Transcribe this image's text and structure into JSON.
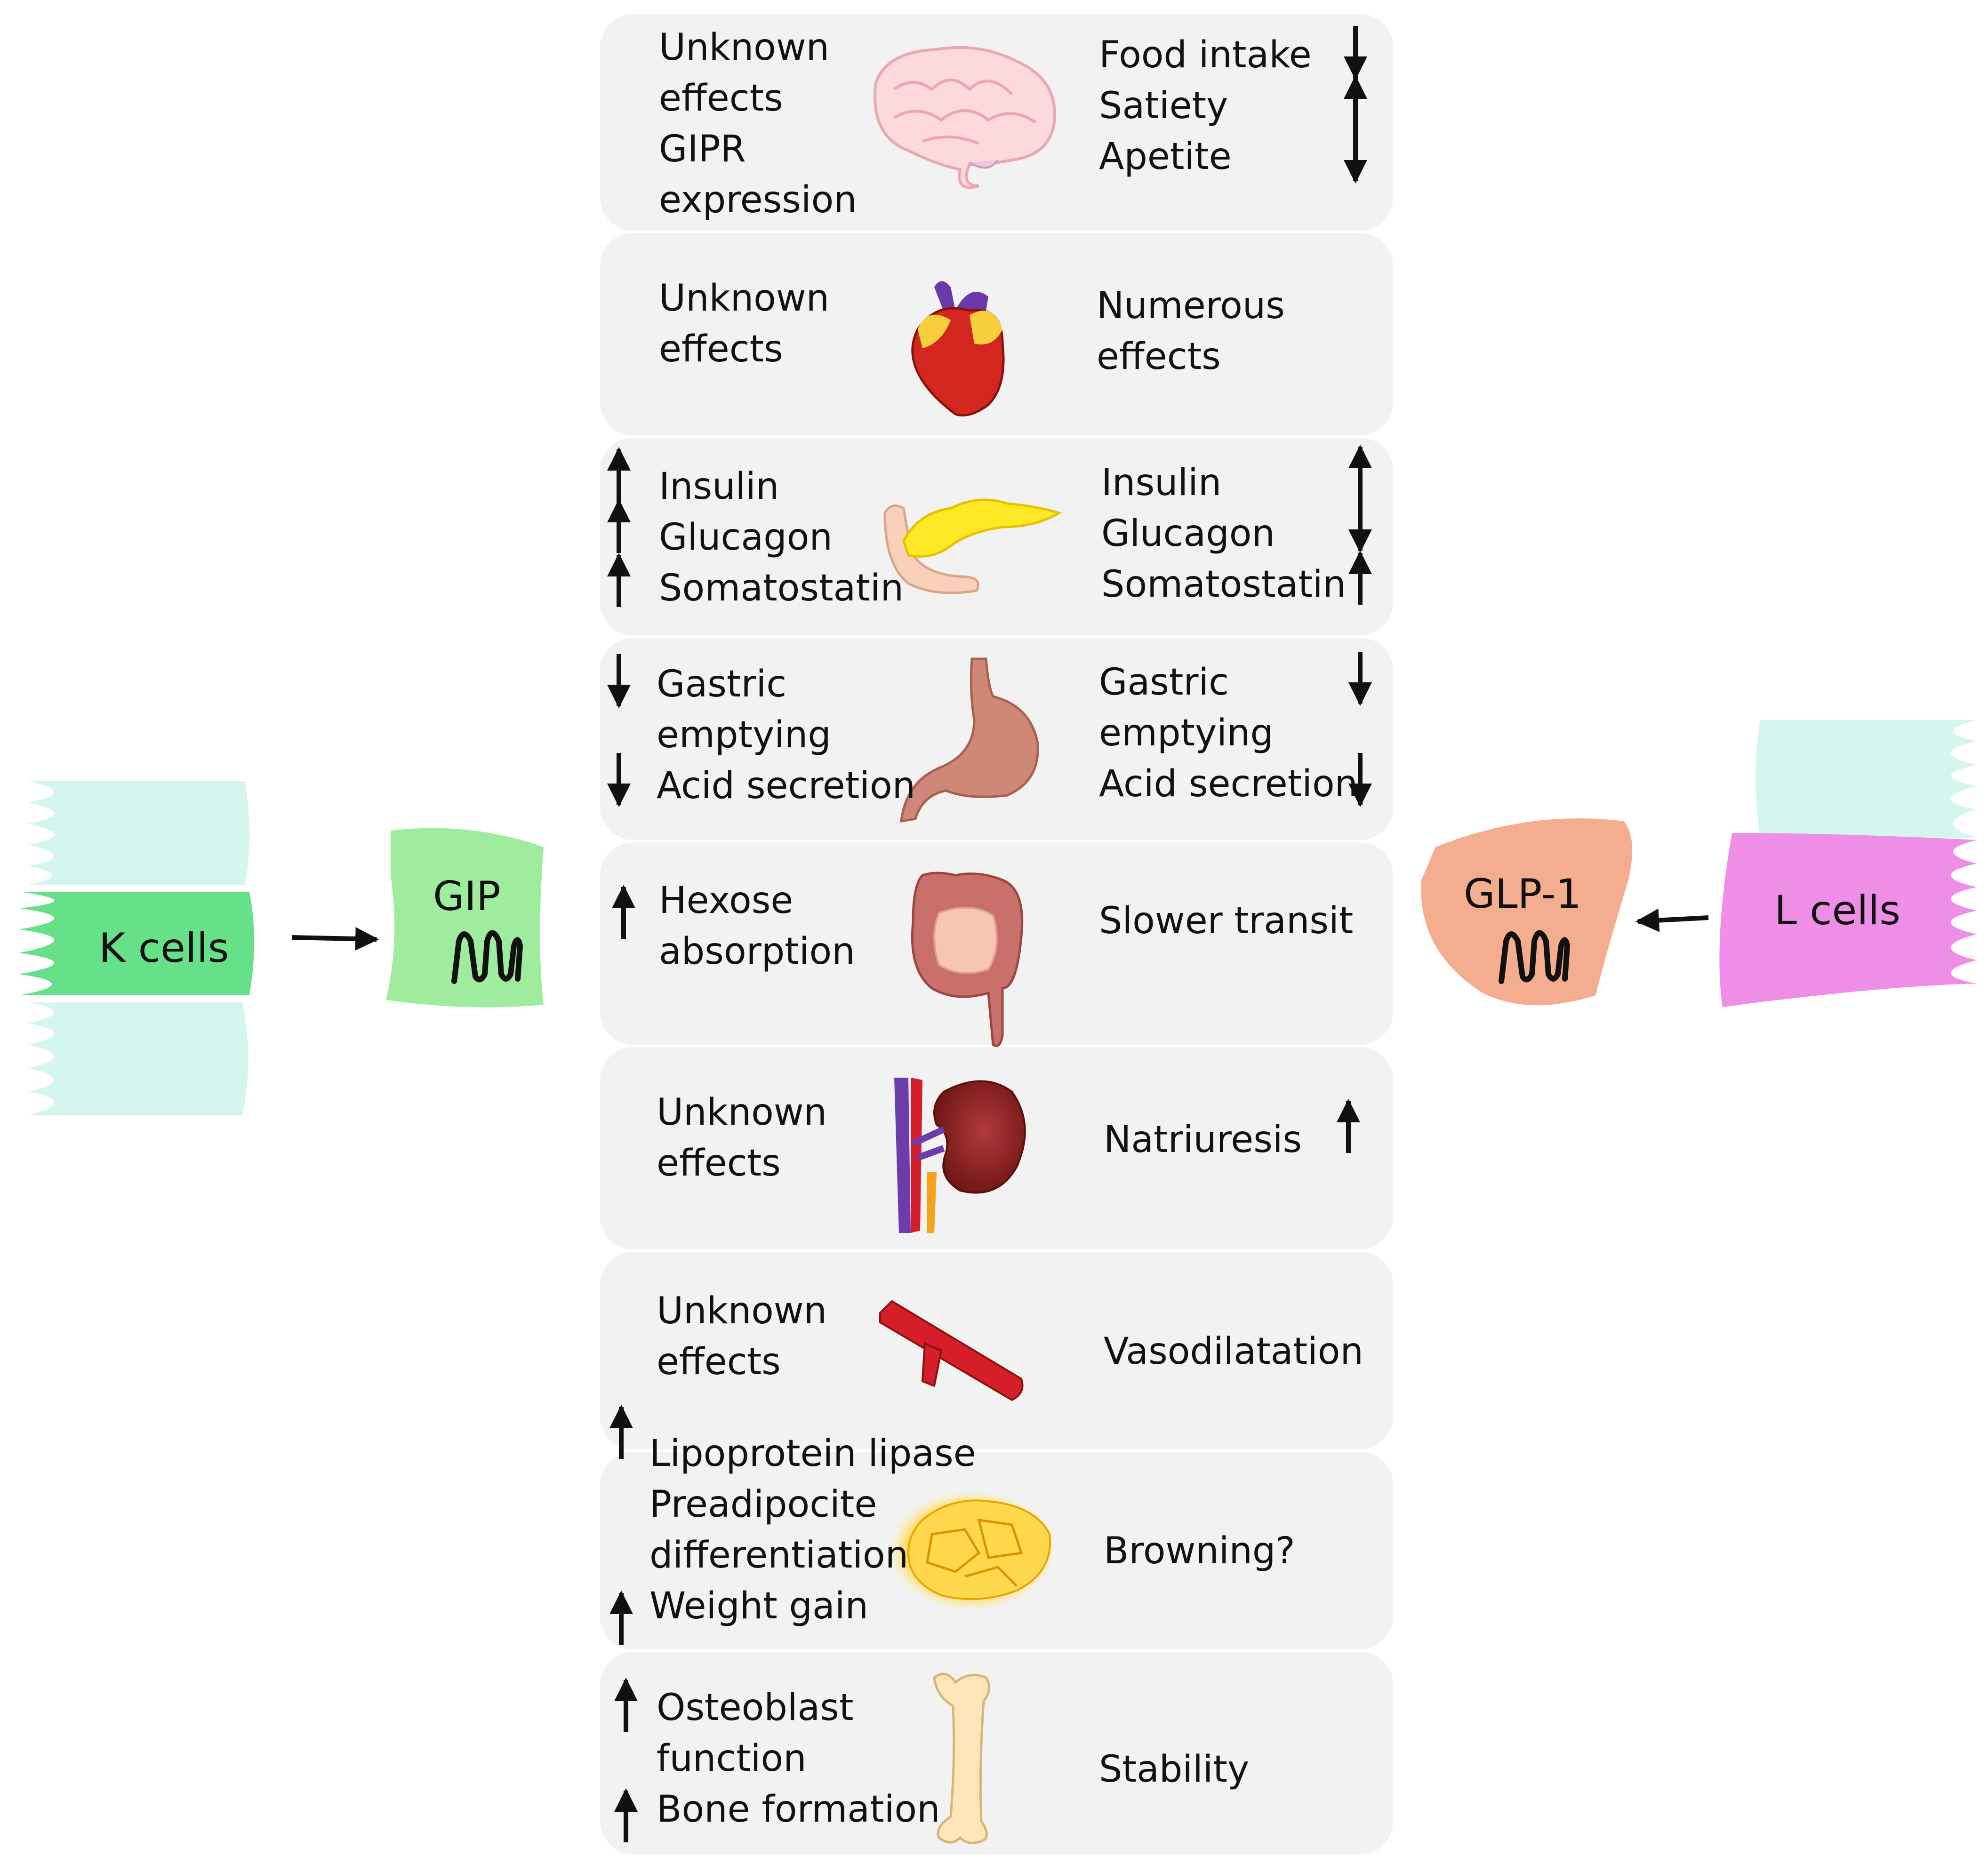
{
  "gip_panel": {
    "cell_label": "K cells",
    "hormone_label": "GIP",
    "cell_color": "#67e08a",
    "neighbor_color": "#d4f6ee",
    "hormone_color": "#9fec9f"
  },
  "glp1_panel": {
    "cell_label": "L cells",
    "hormone_label": "GLP-1",
    "cell_color": "#ee8ee6",
    "neighbor_color": "#d4f6ee",
    "hormone_color": "#f4ad8e"
  },
  "organs": [
    {
      "organ": "brain-icon",
      "gip_lines": [
        "Unknown",
        "effects",
        "GIPR",
        "expression"
      ],
      "glp1_lines": [
        "Food intake",
        "Satiety",
        "Apetite"
      ],
      "gip_arrows": [],
      "glp1_arrows": [
        "down",
        "up",
        "down"
      ]
    },
    {
      "organ": "heart-icon",
      "gip_lines": [
        "Unknown",
        "effects"
      ],
      "glp1_lines": [
        "Numerous",
        "effects"
      ],
      "gip_arrows": [],
      "glp1_arrows": []
    },
    {
      "organ": "pancreas-icon",
      "gip_lines": [
        "Insulin",
        "Glucagon",
        "Somatostatin"
      ],
      "glp1_lines": [
        "Insulin",
        "Glucagon",
        "Somatostatin"
      ],
      "gip_arrows": [
        "up",
        "up",
        "up"
      ],
      "glp1_arrows": [
        "up",
        "down",
        "up"
      ]
    },
    {
      "organ": "stomach-icon",
      "gip_lines": [
        "Gastric",
        "emptying",
        "Acid secretion"
      ],
      "glp1_lines": [
        "Gastric",
        "emptying",
        "Acid secretion"
      ],
      "gip_arrows": [
        "down",
        "down"
      ],
      "glp1_arrows": [
        "down",
        "down"
      ]
    },
    {
      "organ": "intestine-icon",
      "gip_lines": [
        "Hexose",
        "absorption"
      ],
      "glp1_lines": [
        "Slower transit"
      ],
      "gip_arrows": [
        "up"
      ],
      "glp1_arrows": []
    },
    {
      "organ": "kidney-icon",
      "gip_lines": [
        "Unknown",
        "effects"
      ],
      "glp1_lines": [
        "Natriuresis"
      ],
      "gip_arrows": [],
      "glp1_arrows": [
        "up"
      ]
    },
    {
      "organ": "blood-vessel-icon",
      "gip_lines": [
        "Unknown",
        "effects"
      ],
      "glp1_lines": [
        "Vasodilatation"
      ],
      "gip_arrows": [],
      "glp1_arrows": []
    },
    {
      "organ": "adipose-tissue-icon",
      "gip_lines": [
        "Lipoprotein lipase",
        "Preadipocite",
        "differentiation",
        "Weight gain"
      ],
      "glp1_lines": [
        "Browning?"
      ],
      "gip_arrows": [
        "up",
        "up"
      ],
      "glp1_arrows": []
    },
    {
      "organ": "bone-icon",
      "gip_lines": [
        "Osteoblast",
        "function",
        "Bone formation"
      ],
      "glp1_lines": [
        "Stability"
      ],
      "gip_arrows": [
        "up",
        "up"
      ],
      "glp1_arrows": []
    }
  ]
}
